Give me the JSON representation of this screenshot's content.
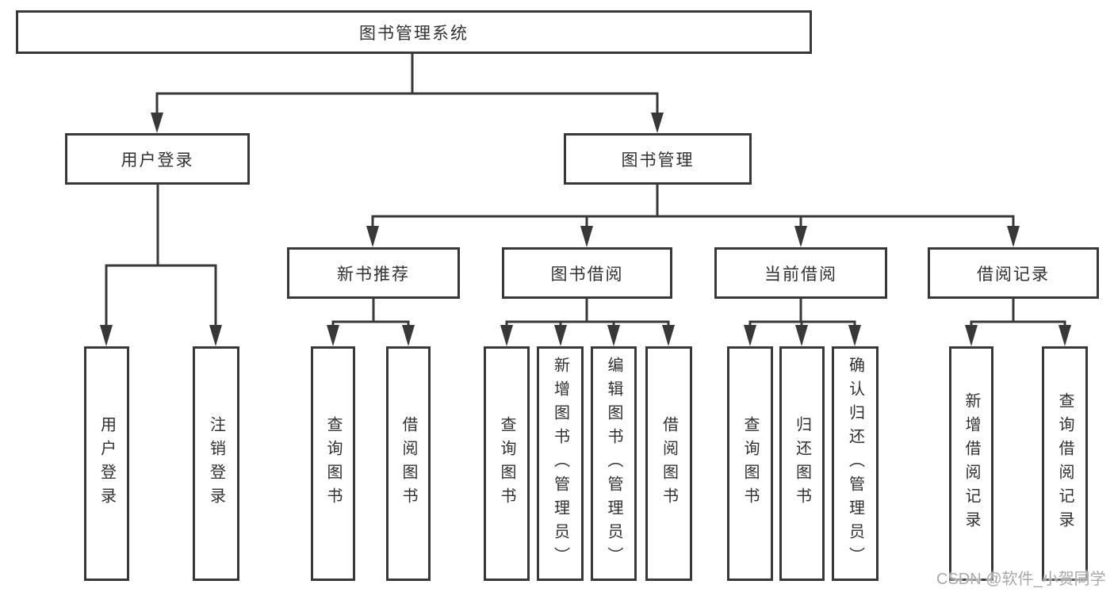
{
  "diagram": {
    "root": {
      "label": "图书管理系统"
    },
    "branches": [
      {
        "label": "用户登录",
        "children": [
          {
            "label": "用户登录"
          },
          {
            "label": "注销登录"
          }
        ]
      },
      {
        "label": "图书管理",
        "children": [
          {
            "label": "新书推荐",
            "children": [
              {
                "label": "查询图书"
              },
              {
                "label": "借阅图书"
              }
            ]
          },
          {
            "label": "图书借阅",
            "children": [
              {
                "label": "查询图书"
              },
              {
                "label": "新增图书（管理员）"
              },
              {
                "label": "编辑图书（管理员）"
              },
              {
                "label": "借阅图书"
              }
            ]
          },
          {
            "label": "当前借阅",
            "children": [
              {
                "label": "查询图书"
              },
              {
                "label": "归还图书"
              },
              {
                "label": "确认归还（管理员）"
              }
            ]
          },
          {
            "label": "借阅记录",
            "children": [
              {
                "label": "新增借阅记录"
              },
              {
                "label": "查询借阅记录"
              }
            ]
          }
        ]
      }
    ]
  },
  "watermark": {
    "text": "CSDN @软件_小贺同学"
  },
  "colors": {
    "line": "#383838",
    "text": "#303030",
    "box_fill": "#ffffff",
    "watermark": "#a9a9a9"
  }
}
